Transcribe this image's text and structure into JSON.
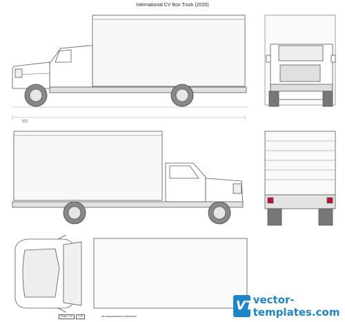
{
  "title": "International CV Box Truck (2020)",
  "dimension_label": "571",
  "scale": {
    "label": "Scale 1:20",
    "value": "1:20"
  },
  "note": "All measurements in millimeters",
  "brand": {
    "mark": "VT",
    "name": "vector-templates.com",
    "color": "#1d86c8"
  }
}
